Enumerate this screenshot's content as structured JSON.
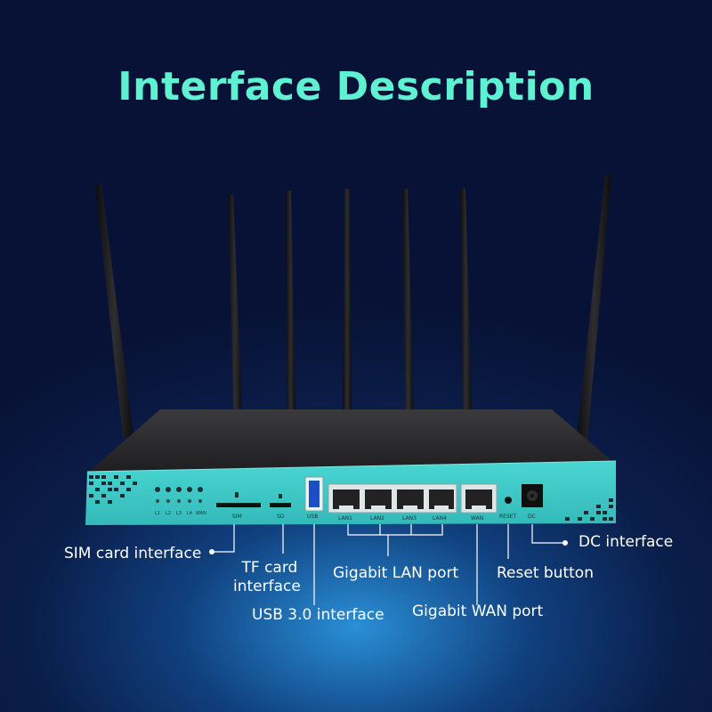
{
  "title": "Interface Description",
  "colors": {
    "accent": "#5ff2d2",
    "panel": "#3ec9c8",
    "body": "#2b2b2d"
  },
  "panel_labels": {
    "leds": [
      "L1",
      "L2",
      "L3",
      "L4",
      "WAN"
    ],
    "sim": "SIM",
    "sd": "SD",
    "usb": "USB",
    "lan": [
      "LAN1",
      "LAN2",
      "LAN3",
      "LAN4"
    ],
    "wan": "WAN",
    "reset": "RESET",
    "dc": "DC"
  },
  "callouts": {
    "sim_card": "SIM card interface",
    "tf_card_line1": "TF card",
    "tf_card_line2": "interface",
    "usb": "USB 3.0 interface",
    "lan": "Gigabit LAN port",
    "wan": "Gigabit WAN port",
    "reset": "Reset button",
    "dc": "DC interface"
  }
}
